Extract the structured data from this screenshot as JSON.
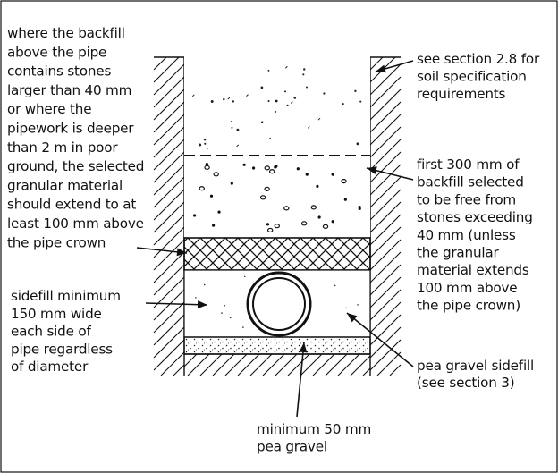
{
  "annotations": {
    "backfill_note": [
      "where the backfill",
      "above the pipe",
      "contains stones",
      "larger than 40 mm",
      "or where the",
      "pipework is deeper",
      "than 2 m in poor",
      "ground, the selected",
      "granular material",
      "should extend to at",
      "least 100 mm above",
      "the pipe crown"
    ],
    "soil_spec": [
      "see section 2.8 for",
      "soil specification",
      "requirements"
    ],
    "first_backfill": [
      "first 300 mm of",
      "backfill selected",
      "to be free from",
      "stones exceeding",
      "40 mm (unless",
      "the granular",
      "material extends",
      "100 mm above",
      "the pipe crown)"
    ],
    "sidefill": [
      "sidefill minimum",
      "150 mm wide",
      "each side of",
      "pipe regardless",
      "of diameter"
    ],
    "pea_gravel_sidefill": [
      "pea gravel sidefill",
      "(see section 3)"
    ],
    "bedding": [
      "minimum 50 mm",
      "pea gravel"
    ]
  }
}
